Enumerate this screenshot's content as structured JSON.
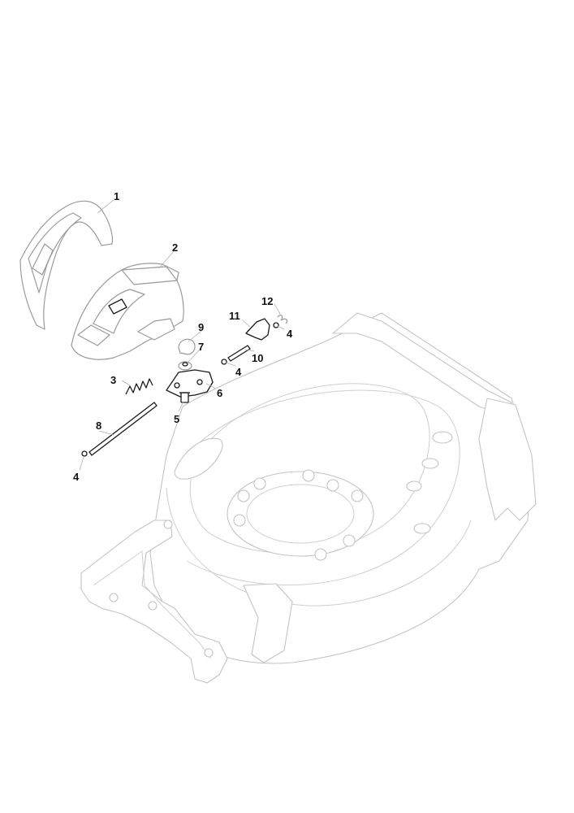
{
  "labels": {
    "l1": "1",
    "l2": "2",
    "l3": "3",
    "l4a": "4",
    "l4b": "4",
    "l4c": "4",
    "l5": "5",
    "l6": "6",
    "l7": "7",
    "l8": "8",
    "l9": "9",
    "l10": "10",
    "l11": "11",
    "l12": "12"
  }
}
